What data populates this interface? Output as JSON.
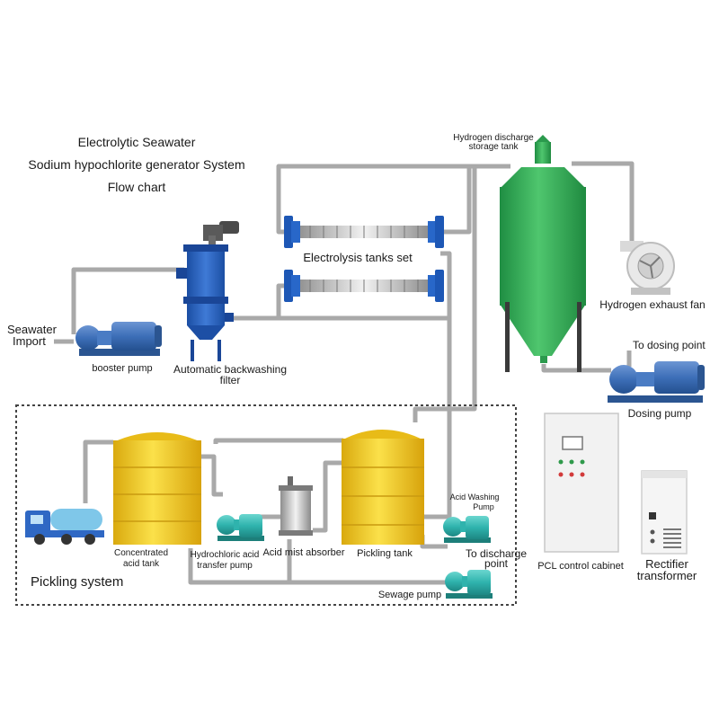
{
  "title": {
    "line1": "Electrolytic Seawater",
    "line2": "Sodium hypochlorite generator System",
    "line3": "Flow chart"
  },
  "labels": {
    "seawater_import_line1": "Seawater",
    "seawater_import_line2": "Import",
    "booster_pump": "booster pump",
    "backwash_filter_line1": "Automatic backwashing",
    "backwash_filter_line2": "filter",
    "electrolysis_tanks": "Electrolysis tanks set",
    "hydrogen_tank_line1": "Hydrogen discharge",
    "hydrogen_tank_line2": "storage tank",
    "hydrogen_fan": "Hydrogen exhaust fan",
    "to_dosing_point": "To dosing point",
    "dosing_pump": "Dosing pump",
    "concentrated_tank_line1": "Concentrated",
    "concentrated_tank_line2": "acid tank",
    "hcl_pump_line1": "Hydrochloric acid",
    "hcl_pump_line2": "transfer pump",
    "acid_mist_absorber": "Acid mist absorber",
    "pickling_tank": "Pickling tank",
    "acid_washing_pump_line1": "Acid Washing",
    "acid_washing_pump_line2": "Pump",
    "to_discharge_line1": "To discharge",
    "to_discharge_line2": "point",
    "sewage_pump": "Sewage pump",
    "pickling_system": "Pickling system",
    "plc_cabinet": "PCL control cabinet",
    "rectifier_line1": "Rectifier",
    "rectifier_line2": "transformer"
  },
  "colors": {
    "pipe": "#a9a9a9",
    "pump_blue": "#3d6fb8",
    "pump_teal": "#37b5b0",
    "tank_yellow": "#f2cc1f",
    "tank_green": "#35b25a",
    "flange_blue": "#1d57b5"
  }
}
